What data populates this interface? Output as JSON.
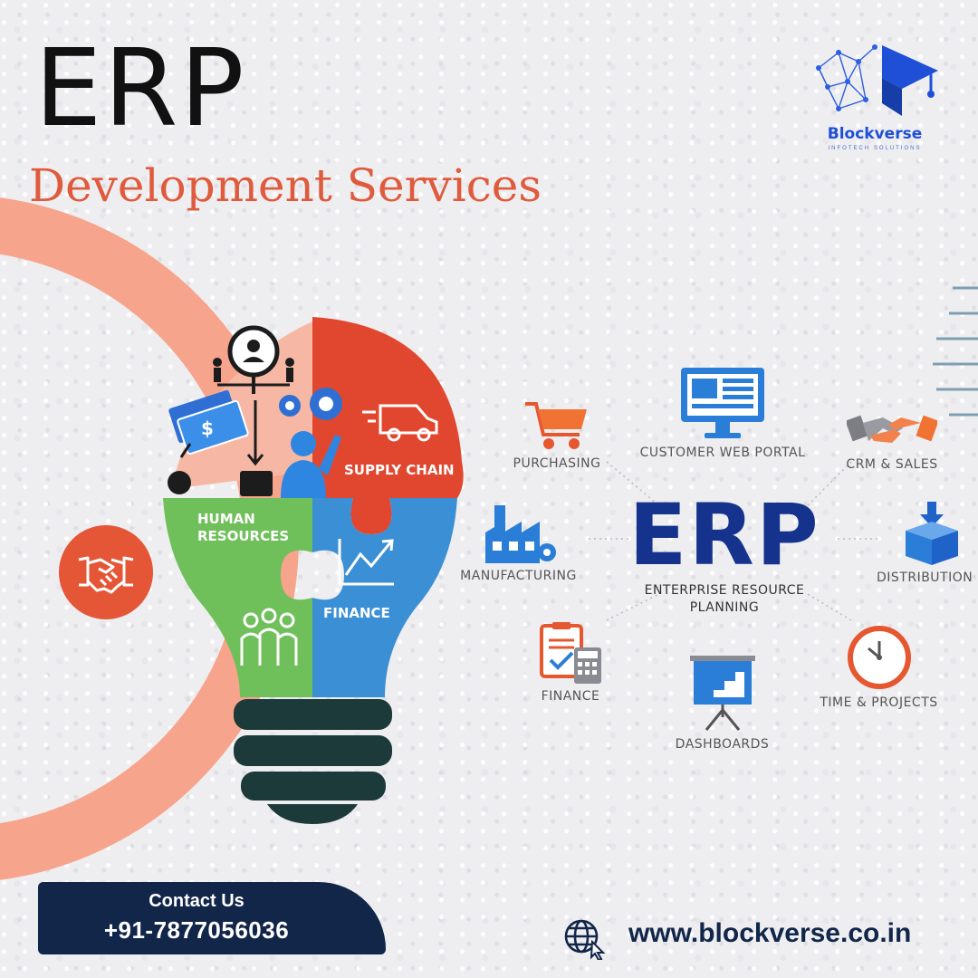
{
  "header": {
    "title": "ERP",
    "subtitle": "Development Services"
  },
  "brand": {
    "name": "Blockverse",
    "tagline": "INFOTECH SOLUTIONS",
    "accent": "#1f4fd6"
  },
  "bulb": {
    "segments": [
      {
        "label": "SUPPLY CHAIN",
        "color": "#e0472e",
        "icon": "delivery-truck-icon"
      },
      {
        "label": "HUMAN RESOURCES",
        "color": "#6fbf5a",
        "icon": "team-icon"
      },
      {
        "label": "FINANCE",
        "color": "#3b8fd4",
        "icon": "growth-chart-icon"
      }
    ],
    "base_color": "#1c3a3a"
  },
  "erp": {
    "title": "ERP",
    "subtitle": "ENTERPRISE RESOURCE PLANNING",
    "color": "#15338c",
    "modules": [
      {
        "label": "PURCHASING",
        "icon": "shopping-cart-icon"
      },
      {
        "label": "CUSTOMER WEB PORTAL",
        "icon": "monitor-icon"
      },
      {
        "label": "CRM & SALES",
        "icon": "handshake-icon"
      },
      {
        "label": "MANUFACTURING",
        "icon": "factory-icon"
      },
      {
        "label": "DISTRIBUTION",
        "icon": "box-icon"
      },
      {
        "label": "FINANCE",
        "icon": "calculator-icon"
      },
      {
        "label": "DASHBOARDS",
        "icon": "presentation-board-icon"
      },
      {
        "label": "TIME & PROJECTS",
        "icon": "clock-icon"
      }
    ]
  },
  "contact": {
    "heading": "Contact Us",
    "phone": "+91-7877056036"
  },
  "website": {
    "url": "www.blockverse.co.in",
    "icon": "globe-icon"
  },
  "colors": {
    "accent_orange": "#e55636",
    "ring": "#f6a48c",
    "navy": "#12264a"
  }
}
